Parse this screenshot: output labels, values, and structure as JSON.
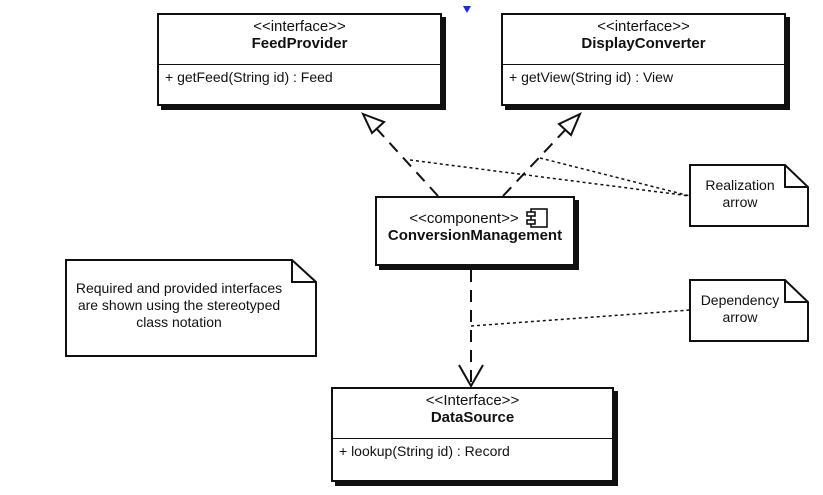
{
  "interfaces": {
    "feed_provider": {
      "stereotype": "<<interface>>",
      "name": "FeedProvider",
      "operation": "+ getFeed(String id) : Feed"
    },
    "display_converter": {
      "stereotype": "<<interface>>",
      "name": "DisplayConverter",
      "operation": "+ getView(String id) : View"
    },
    "data_source": {
      "stereotype": "<<Interface>>",
      "name": "DataSource",
      "operation": "+ lookup(String id) : Record"
    }
  },
  "component": {
    "stereotype": "<<component>>",
    "name": "ConversionManagement"
  },
  "notes": {
    "required_provided": [
      "Required and provided interfaces",
      "are shown using the stereotyped",
      "class notation"
    ],
    "realization": [
      "Realization",
      "arrow"
    ],
    "dependency": [
      "Dependency",
      "arrow"
    ]
  },
  "colors": {
    "line": "#111111",
    "marker": "#1a2bd6"
  }
}
